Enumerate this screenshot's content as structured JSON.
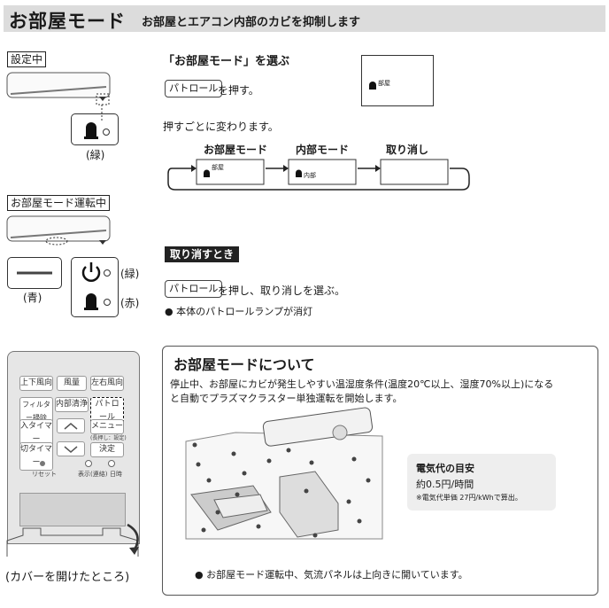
{
  "header": {
    "title": "お部屋モード",
    "subtitle": "お部屋とエアコン内部のカビを抑制します"
  },
  "status": {
    "setting_label": "設定中",
    "setting_lamp_color": "(緑)",
    "running_label": "お部屋モード運転中",
    "running_panel_color": "(青)",
    "running_power_color": "(緑)",
    "running_room_color": "(赤)"
  },
  "select": {
    "heading": "「お部屋モード」を選ぶ",
    "button_label": "パトロール",
    "press_text": "を押す。",
    "display_icon_text": "部屋",
    "cycle_note": "押すごとに変わります。",
    "cycle": [
      {
        "label": "お部屋モード",
        "icon_text": "部屋"
      },
      {
        "label": "内部モード",
        "icon_text": "内部"
      },
      {
        "label": "取り消し",
        "icon_text": ""
      }
    ]
  },
  "cancel": {
    "heading": "取り消すとき",
    "button_label": "パトロール",
    "press_text": "を押し、取り消しを選ぶ。",
    "note": "● 本体のパトロールランプが消灯"
  },
  "remote": {
    "rows": [
      [
        "上下風向",
        "風量",
        "左右風向"
      ],
      [
        "フィルター掃除",
        "内部清浄",
        "パトロール"
      ],
      [
        "入タイマー",
        "",
        "メニュー"
      ],
      [
        "切タイマー",
        "",
        "決定"
      ]
    ],
    "menu_sub": "(長押し：設定)",
    "bottom_labels": [
      "リセット",
      "表示(連絡)",
      "日時"
    ],
    "caption": "(カバーを開けたところ)"
  },
  "about": {
    "title": "お部屋モードについて",
    "line1": "停止中、お部屋にカビが発生しやすい温湿度条件(温度20℃以上、湿度70%以上)になる",
    "line2": "と自動でプラズマクラスター単独運転を開始します。",
    "cost_title": "電気代の目安",
    "cost_value": "約0.5円/時間",
    "cost_note": "※電気代単価 27円/kWhで算出。",
    "bottom_note": "● お部屋モード運転中、気流パネルは上向きに開いています。"
  },
  "colors": {
    "header_bg": "#dcdcdc",
    "black_heading": "#222222"
  }
}
